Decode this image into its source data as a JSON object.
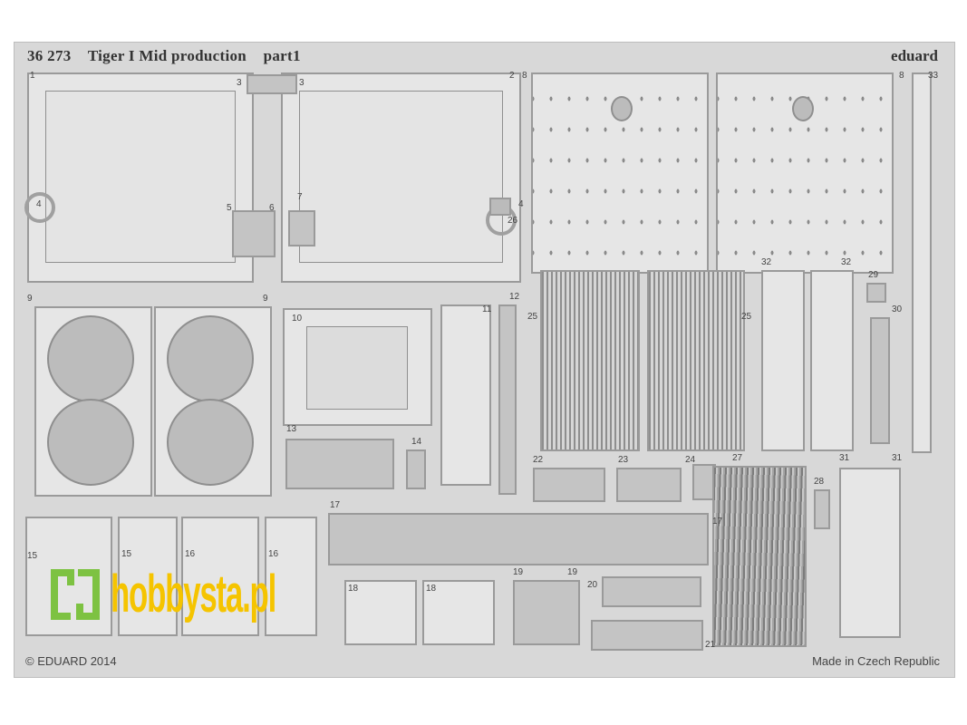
{
  "header": {
    "product_code": "36 273",
    "product_name": "Tiger I Mid production",
    "sheet": "part1",
    "brand": "eduard"
  },
  "footer": {
    "copyright": "© EDUARD 2014",
    "origin": "Made in Czech Republic"
  },
  "watermark": {
    "text": "hobbysta.pl",
    "colors": {
      "logo": "#7dc242",
      "text": "#f5c400"
    }
  },
  "parts": {
    "p1": "1",
    "p2": "2",
    "p3a": "3",
    "p3b": "3",
    "p4a": "4",
    "p4b": "4",
    "p5": "5",
    "p6": "6",
    "p7": "7",
    "p8a": "8",
    "p8b": "8",
    "p9a": "9",
    "p9b": "9",
    "p10": "10",
    "p11": "11",
    "p12": "12",
    "p13": "13",
    "p14": "14",
    "p15a": "15",
    "p15b": "15",
    "p16a": "16",
    "p16b": "16",
    "p17a": "17",
    "p17b": "17",
    "p18a": "18",
    "p18b": "18",
    "p19a": "19",
    "p19b": "19",
    "p20": "20",
    "p21": "21",
    "p22": "22",
    "p23": "23",
    "p24": "24",
    "p25a": "25",
    "p25b": "25",
    "p26": "26",
    "p27": "27",
    "p28": "28",
    "p29": "29",
    "p30": "30",
    "p31a": "31",
    "p31b": "31",
    "p32a": "32",
    "p32b": "32",
    "p33": "33"
  },
  "colors": {
    "fret": "#d8d8d8",
    "etch": "#9a9a9a"
  }
}
